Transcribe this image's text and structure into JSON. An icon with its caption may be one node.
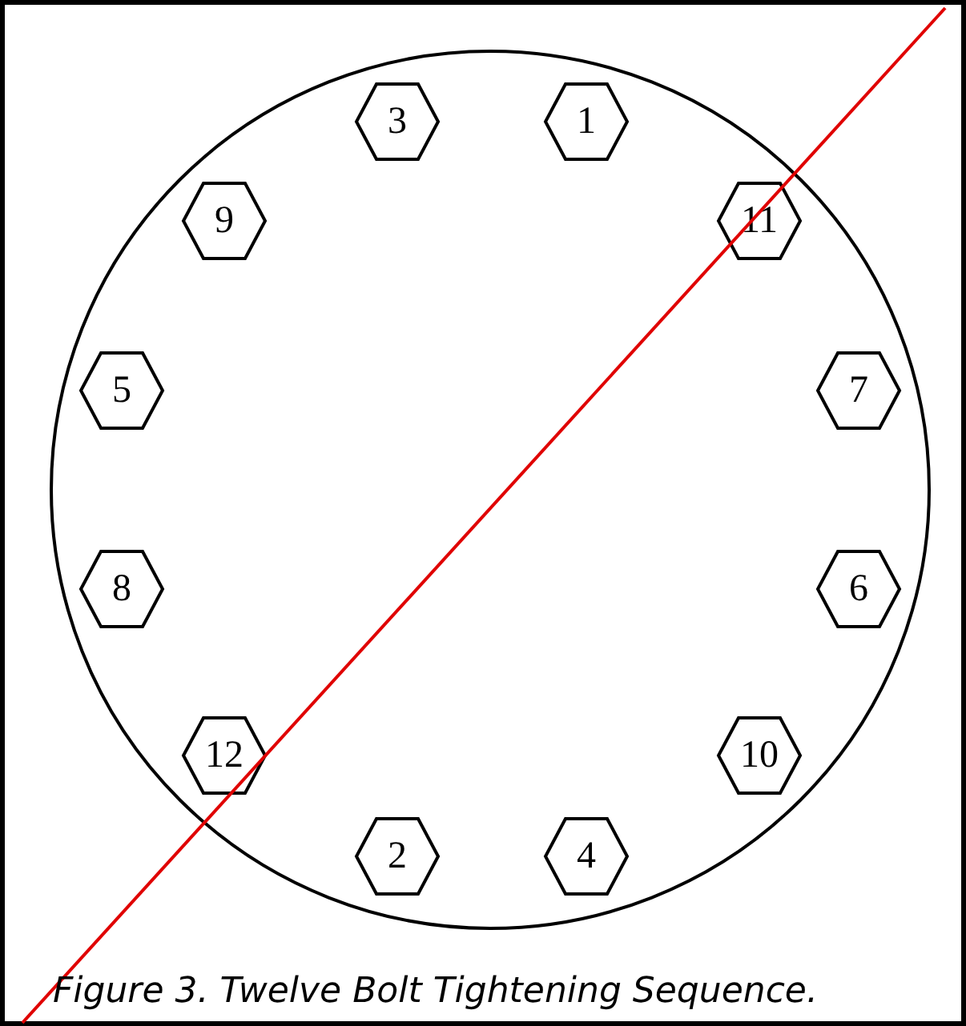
{
  "diagram": {
    "caption": "Figure 3. Twelve Bolt Tightening Sequence.",
    "nodes": [
      {
        "text": [
          "3"
        ]
      },
      {
        "text": [
          "1"
        ]
      },
      {
        "text": [
          "9"
        ]
      },
      {
        "text": [
          "11"
        ]
      },
      {
        "text": [
          "5"
        ]
      },
      {
        "text": [
          "7"
        ]
      },
      {
        "text": [
          "8"
        ]
      },
      {
        "text": [
          "6"
        ]
      },
      {
        "text": [
          "12"
        ]
      },
      {
        "text": [
          "10"
        ]
      },
      {
        "text": [
          "2"
        ]
      },
      {
        "text": [
          "4"
        ]
      }
    ]
  }
}
